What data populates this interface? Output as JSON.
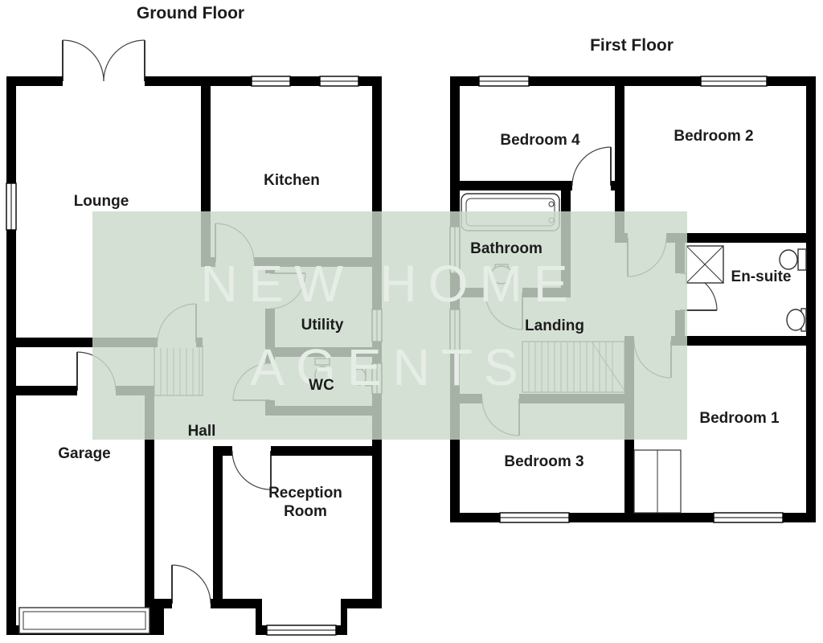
{
  "ground_floor": {
    "title": "Ground Floor",
    "rooms": {
      "lounge": "Lounge",
      "kitchen": "Kitchen",
      "utility": "Utility",
      "wc": "WC",
      "hall": "Hall",
      "garage": "Garage",
      "reception": "Reception Room"
    }
  },
  "first_floor": {
    "title": "First Floor",
    "rooms": {
      "bedroom4": "Bedroom 4",
      "bedroom2": "Bedroom 2",
      "bathroom": "Bathroom",
      "ensuite": "En-suite",
      "landing": "Landing",
      "bedroom1": "Bedroom 1",
      "bedroom3": "Bedroom 3"
    }
  },
  "watermark": {
    "line1": "NEW HOME",
    "line2": "AGENTS"
  },
  "colors": {
    "wall": "#000000",
    "door_line": "#444444",
    "watermark_band": "#ccd9cc",
    "watermark_text": "#e6ede6",
    "label_text": "#1c1c1c",
    "background": "#ffffff"
  }
}
